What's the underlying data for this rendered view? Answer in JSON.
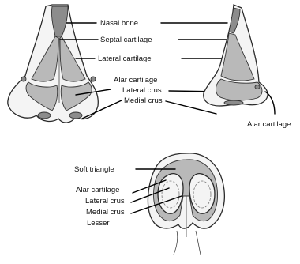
{
  "front_view": {
    "labels": {
      "nasal_bone": "Nasal bone",
      "septal_cartilage": "Septal cartilage",
      "lateral_cartilage": "Lateral cartilage",
      "alar_cartilage": "Alar cartilage",
      "lateral_crus": "Lateral crus",
      "medial_crus": "Medial crus"
    }
  },
  "side_view": {
    "labels": {
      "alar_cartilage": "Alar cartilage"
    }
  },
  "base_view": {
    "labels": {
      "soft_triangle": "Soft triangle",
      "alar_cartilage": "Alar cartilage",
      "lateral_crus": "Lateral crus",
      "medial_crus": "Medial crus",
      "lesser": "Lesser"
    }
  }
}
